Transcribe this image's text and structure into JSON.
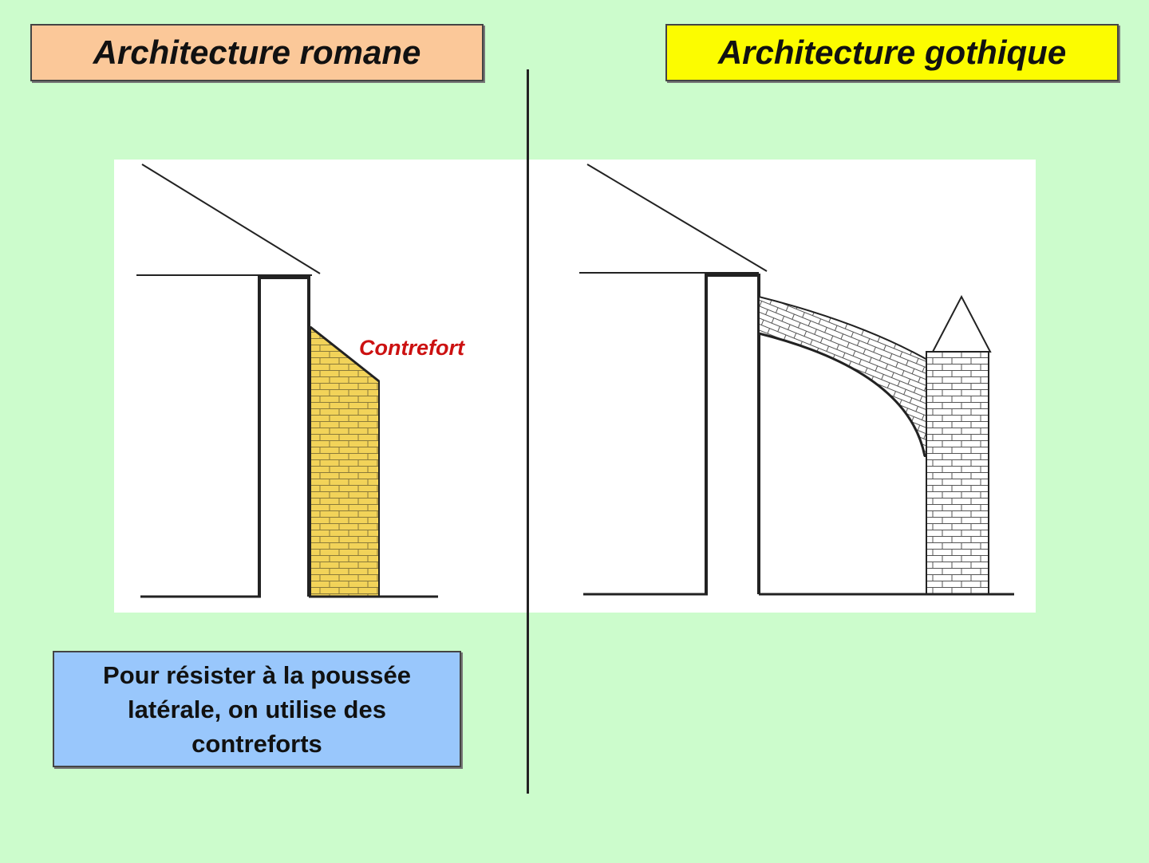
{
  "titles": {
    "romane": "Architecture romane",
    "gothique": "Architecture gothique"
  },
  "diagram": {
    "buttress_label": "Contrefort"
  },
  "note": {
    "text": "Pour résister à la poussée latérale, on utilise des contreforts"
  },
  "colors": {
    "background": "#ccfccc",
    "romane_title_bg": "#fbc899",
    "gothique_title_bg": "#fcfc00",
    "note_bg": "#99c7fc",
    "buttress_fill": "#f2d359",
    "label_red": "#cc1111"
  }
}
